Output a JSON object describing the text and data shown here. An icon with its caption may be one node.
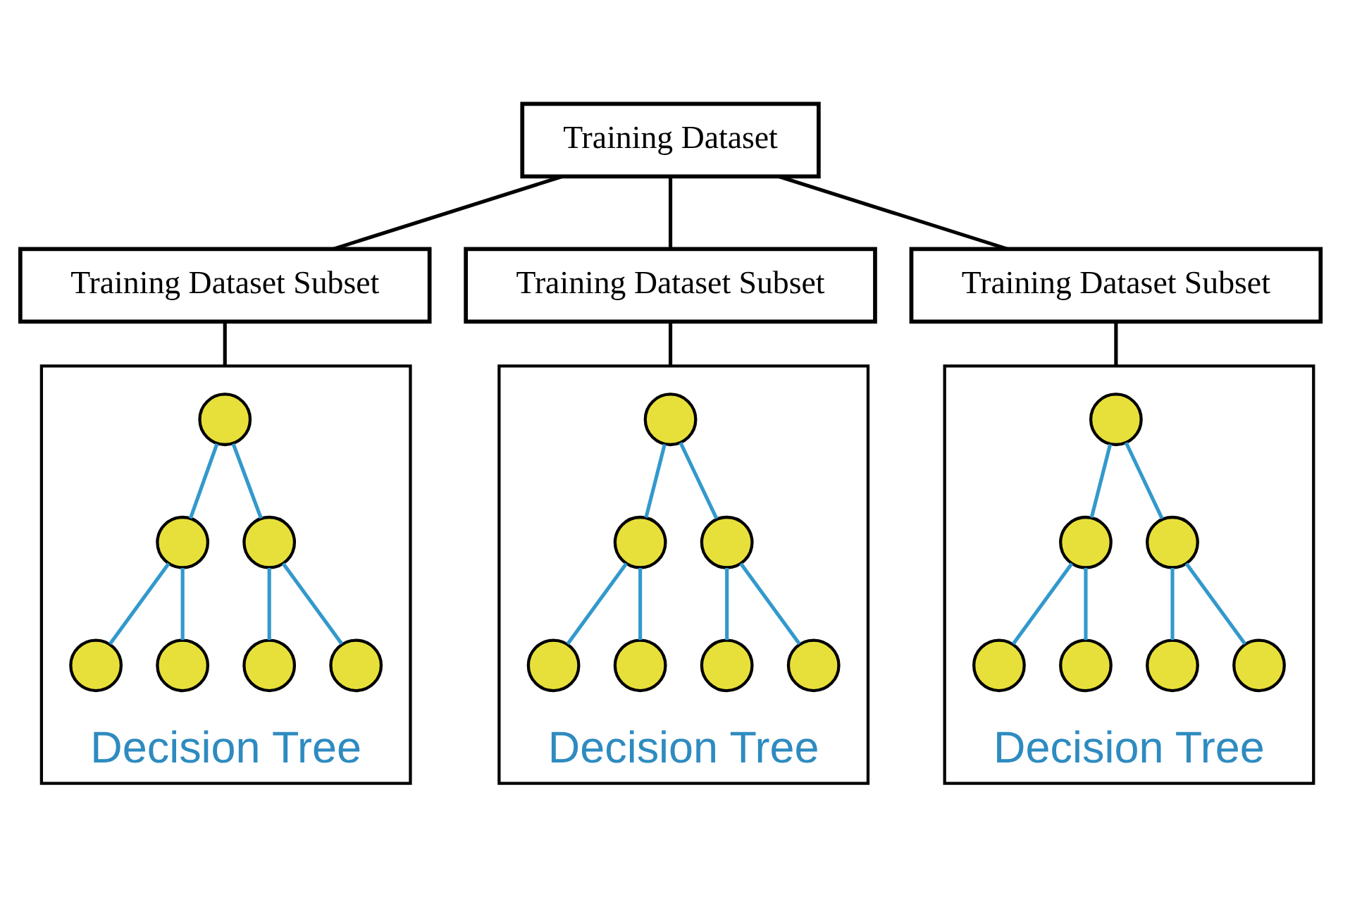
{
  "diagram": {
    "nodes": [
      {
        "text": [
          "Training Dataset"
        ]
      },
      {
        "text": [
          "Training Dataset Subset"
        ]
      },
      {
        "text": [
          "Training Dataset Subset"
        ]
      },
      {
        "text": [
          "Training Dataset Subset"
        ]
      },
      {
        "text": [
          "Decision Tree"
        ]
      },
      {
        "text": [],
        "shape": "circle",
        "in": 4
      },
      {
        "text": [],
        "shape": "circle",
        "in": 4
      },
      {
        "text": [],
        "shape": "circle",
        "in": 4
      },
      {
        "text": [],
        "shape": "circle",
        "in": 4
      },
      {
        "text": [],
        "shape": "circle",
        "in": 4
      },
      {
        "text": [],
        "shape": "circle",
        "in": 4
      },
      {
        "text": [],
        "shape": "circle",
        "in": 4
      },
      {
        "text": [
          "Decision Tree"
        ]
      },
      {
        "text": [],
        "shape": "circle",
        "in": 12
      },
      {
        "text": [],
        "shape": "circle",
        "in": 12
      },
      {
        "text": [],
        "shape": "circle",
        "in": 12
      },
      {
        "text": [],
        "shape": "circle",
        "in": 12
      },
      {
        "text": [],
        "shape": "circle",
        "in": 12
      },
      {
        "text": [],
        "shape": "circle",
        "in": 12
      },
      {
        "text": [],
        "shape": "circle",
        "in": 12
      },
      {
        "text": [
          "Decision Tree"
        ]
      },
      {
        "text": [],
        "shape": "circle",
        "in": 20
      },
      {
        "text": [],
        "shape": "circle",
        "in": 20
      },
      {
        "text": [],
        "shape": "circle",
        "in": 20
      },
      {
        "text": [],
        "shape": "circle",
        "in": 20
      },
      {
        "text": [],
        "shape": "circle",
        "in": 20
      },
      {
        "text": [],
        "shape": "circle",
        "in": 20
      },
      {
        "text": [],
        "shape": "circle",
        "in": 20
      }
    ],
    "edges": [
      {
        "from": 0,
        "to": 1,
        "arrow": "none",
        "color": "#000000"
      },
      {
        "from": 0,
        "to": 2,
        "arrow": "none",
        "color": "#000000"
      },
      {
        "from": 0,
        "to": 3,
        "arrow": "none",
        "color": "#000000"
      },
      {
        "from": 1,
        "to": 4,
        "arrow": "none",
        "color": "#000000"
      },
      {
        "from": 2,
        "to": 12,
        "arrow": "none",
        "color": "#000000"
      },
      {
        "from": 3,
        "to": 20,
        "arrow": "none",
        "color": "#000000"
      },
      {
        "from": 5,
        "to": 6,
        "arrow": "none"
      },
      {
        "from": 5,
        "to": 7,
        "arrow": "none"
      },
      {
        "from": 6,
        "to": 8,
        "arrow": "none"
      },
      {
        "from": 6,
        "to": 9,
        "arrow": "none"
      },
      {
        "from": 7,
        "to": 10,
        "arrow": "none"
      },
      {
        "from": 7,
        "to": 11,
        "arrow": "none"
      },
      {
        "from": 13,
        "to": 14,
        "arrow": "none"
      },
      {
        "from": 13,
        "to": 15,
        "arrow": "none"
      },
      {
        "from": 14,
        "to": 16,
        "arrow": "none"
      },
      {
        "from": 14,
        "to": 17,
        "arrow": "none"
      },
      {
        "from": 15,
        "to": 18,
        "arrow": "none"
      },
      {
        "from": 15,
        "to": 19,
        "arrow": "none"
      },
      {
        "from": 21,
        "to": 22,
        "arrow": "none"
      },
      {
        "from": 21,
        "to": 23,
        "arrow": "none"
      },
      {
        "from": 22,
        "to": 24,
        "arrow": "none"
      },
      {
        "from": 22,
        "to": 25,
        "arrow": "none"
      },
      {
        "from": 23,
        "to": 26,
        "arrow": "none"
      },
      {
        "from": 23,
        "to": 27,
        "arrow": "none"
      }
    ]
  }
}
